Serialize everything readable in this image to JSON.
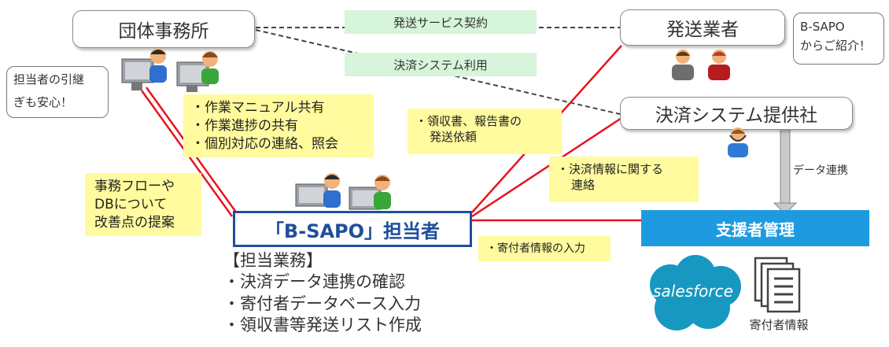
{
  "nodes": {
    "organization": "団体事務所",
    "shipping_vendor": "発送業者",
    "payment_provider": "決済システム提供社",
    "bsapo_staff": "「B-SAPO」担当者",
    "supporter_mgmt": "支援者管理"
  },
  "links": {
    "shipping_contract": "発送サービス契約",
    "payment_use": "決済システム利用",
    "data_link": "データ連携"
  },
  "callouts": {
    "handover": [
      "担当者の引継",
      "ぎも安心！"
    ],
    "intro": [
      "B-SAPO",
      "からご紹介！"
    ]
  },
  "notes": {
    "sharing": [
      "・作業マニュアル共有",
      "・作業進捗の共有",
      "・個別対応の連絡、照会"
    ],
    "improvement": [
      "事務フローや",
      "DBについて",
      "改善点の提案"
    ],
    "receipt": [
      "・領収書、報告書の",
      "発送依頼"
    ],
    "payment_info": [
      "・決済情報に関する",
      "連絡"
    ],
    "donor_input": "・寄付者情報の入力"
  },
  "duties": {
    "heading": "【担当業務】",
    "items": [
      "・決済データ連携の確認",
      "・寄付者データベース入力",
      "・領収書等発送リスト作成"
    ]
  },
  "salesforce": {
    "logo_text": "salesforce",
    "color": "#1798c1"
  },
  "donor_docs_label": "寄付者情報",
  "colors": {
    "red_line": "#e8141c",
    "blue_border": "#1f4e9c",
    "support_bg": "#1e9be0",
    "green_bg": "#d6f5da",
    "yellow_bg": "#fffb9e"
  }
}
